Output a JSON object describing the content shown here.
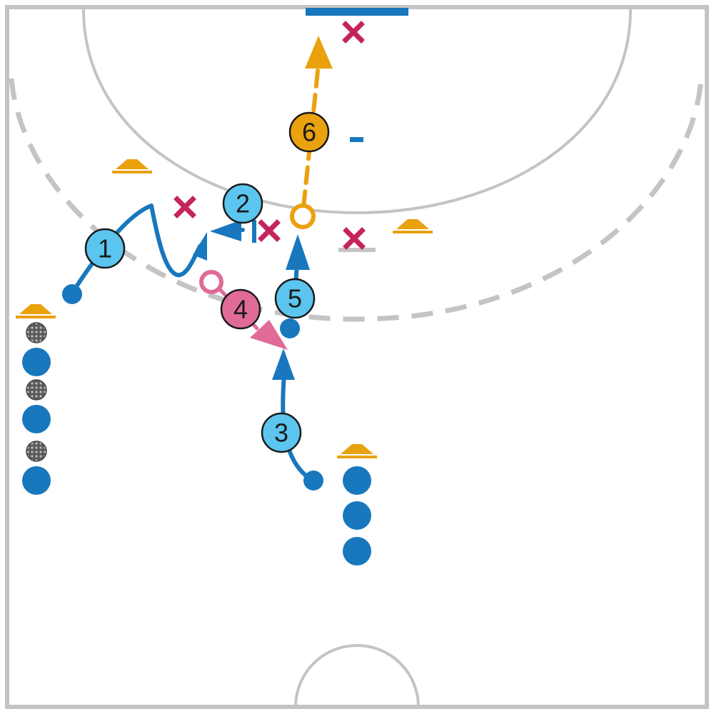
{
  "colors": {
    "court_line": "#c4c4c4",
    "player_blue": "#1877bd",
    "step_blue": "#5bc5ef",
    "step_pink": "#e06a98",
    "step_orange": "#eaa10e",
    "cone_orange": "#eaa10e",
    "defender_x": "#c4245c",
    "ball": "#606060",
    "outline": "#1a1a1a"
  },
  "step_markers": [
    {
      "label": "1",
      "type": "run"
    },
    {
      "label": "2",
      "type": "block"
    },
    {
      "label": "3",
      "type": "run"
    },
    {
      "label": "4",
      "type": "pass"
    },
    {
      "label": "5",
      "type": "run"
    },
    {
      "label": "6",
      "type": "shot"
    }
  ],
  "icons": {
    "cone": "cone-icon",
    "defender": "defender-x-icon",
    "ball": "handball-icon",
    "player": "player-dot-icon"
  },
  "goalkeeper_mark": "-"
}
